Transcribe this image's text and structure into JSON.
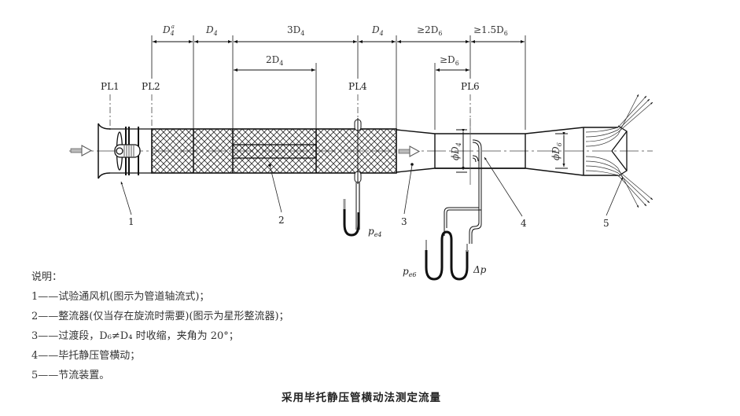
{
  "dimensions": {
    "d4a_label": "D",
    "d4a_sub": "4",
    "d4a_sup": "a",
    "d4_label": "D",
    "d4_sub": "4",
    "three_d4_label": "3D",
    "three_d4_sub": "4",
    "two_d4_label": "2D",
    "two_d4_sub": "4",
    "d4b_label": "D",
    "d4b_sub": "4",
    "ge2d6_label": "≥2D",
    "ge2d6_sub": "6",
    "ge15d6_label": "≥1.5D",
    "ge15d6_sub": "6",
    "ged6_label": "≥D",
    "ged6_sub": "6"
  },
  "planes": {
    "pl1": "PL1",
    "pl2": "PL2",
    "pl4": "PL4",
    "pl6": "PL6"
  },
  "diameters": {
    "phi_d4": "ϕD",
    "phi_d4_sub": "4",
    "phi_d6": "ϕD",
    "phi_d6_sub": "6"
  },
  "pressures": {
    "pe4": "p",
    "pe4_sub": "e4",
    "pe6": "p",
    "pe6_sub": "e6",
    "dp": "Δp"
  },
  "callouts": [
    "1",
    "2",
    "3",
    "4",
    "5"
  ],
  "legend": {
    "title": "说明：",
    "items": [
      "1——试验通风机(图示为管道轴流式)；",
      "2——整流器(仅当存在旋流时需要)(图示为星形整流器)；",
      "3——过渡段，D₆≠D₄ 时收缩，夹角为 20°；",
      "4——毕托静压管横动；",
      "5——节流装置。"
    ]
  },
  "caption": "采用毕托静压管横动法测定流量"
}
